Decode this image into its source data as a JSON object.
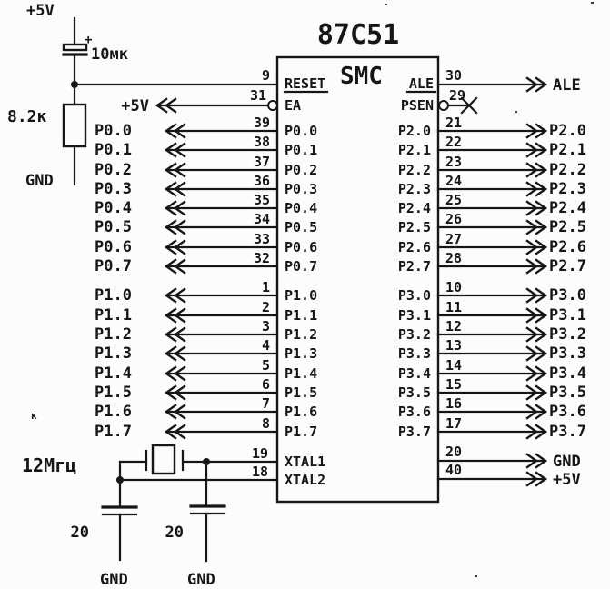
{
  "title": "87C51",
  "chip": {
    "brand": "SMC",
    "reset_label": "RESET",
    "ea_label": "EA",
    "ale_label": "ALE",
    "psen_label": "PSEN",
    "xtal1_label": "XTAL1",
    "xtal2_label": "XTAL2"
  },
  "pins": {
    "reset": {
      "num": "9"
    },
    "ea": {
      "num": "31",
      "ext": "+5V"
    },
    "ale": {
      "num": "30",
      "ext": "ALE"
    },
    "psen": {
      "num": "29"
    },
    "xtal1": {
      "num": "19"
    },
    "xtal2": {
      "num": "18"
    },
    "gnd": {
      "num": "20",
      "ext": "GND"
    },
    "vcc": {
      "num": "40",
      "ext": "+5V"
    }
  },
  "ports": {
    "p0": {
      "nums": [
        "39",
        "38",
        "37",
        "36",
        "35",
        "34",
        "33",
        "32"
      ],
      "labels": [
        "P0.0",
        "P0.1",
        "P0.2",
        "P0.3",
        "P0.4",
        "P0.5",
        "P0.6",
        "P0.7"
      ]
    },
    "p1": {
      "nums": [
        "1",
        "2",
        "3",
        "4",
        "5",
        "6",
        "7",
        "8"
      ],
      "labels": [
        "P1.0",
        "P1.1",
        "P1.2",
        "P1.3",
        "P1.4",
        "P1.5",
        "P1.6",
        "P1.7"
      ]
    },
    "p2": {
      "nums": [
        "21",
        "22",
        "23",
        "24",
        "25",
        "26",
        "27",
        "28"
      ],
      "labels": [
        "P2.0",
        "P2.1",
        "P2.2",
        "P2.3",
        "P2.4",
        "P2.5",
        "P2.6",
        "P2.7"
      ]
    },
    "p3": {
      "nums": [
        "10",
        "11",
        "12",
        "13",
        "14",
        "15",
        "16",
        "17"
      ],
      "labels": [
        "P3.0",
        "P3.1",
        "P3.2",
        "P3.3",
        "P3.4",
        "P3.5",
        "P3.6",
        "P3.7"
      ]
    }
  },
  "power": {
    "vcc": "+5V",
    "plus": "+",
    "cap": "10мк",
    "res": "8.2к",
    "gnd": "GND"
  },
  "osc": {
    "freq": "12Мгц",
    "c1": "20",
    "c2": "20",
    "gnd1": "GND",
    "gnd2": "GND"
  },
  "colors": {
    "ink": "#161616",
    "paper": "#fcfcfa"
  },
  "stray": "ĸ"
}
